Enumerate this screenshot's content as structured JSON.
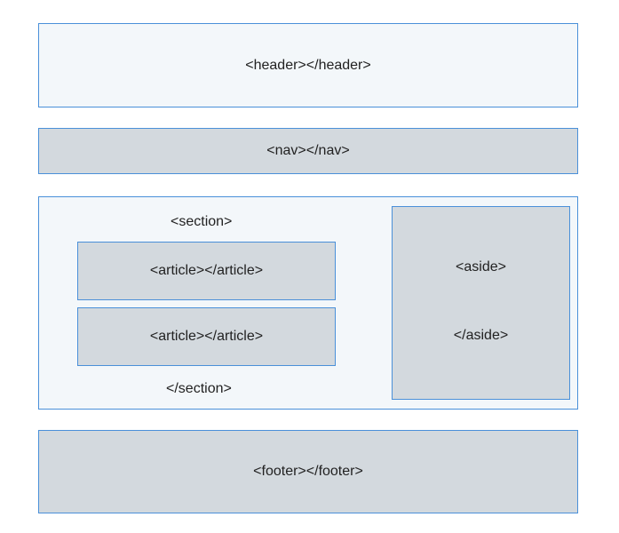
{
  "diagram": {
    "header_label": "<header></header>",
    "nav_label": "<nav></nav>",
    "section": {
      "open_label": "<section>",
      "close_label": "</section>",
      "articles": [
        {
          "label": "<article></article>"
        },
        {
          "label": "<article></article>"
        }
      ],
      "aside": {
        "open_label": "<aside>",
        "close_label": "</aside>"
      }
    },
    "footer_label": "<footer></footer>"
  },
  "colors": {
    "border": "#4a90d9",
    "light_fill": "#f3f7fa",
    "gray_fill": "#d3d9de",
    "text": "#222222"
  }
}
